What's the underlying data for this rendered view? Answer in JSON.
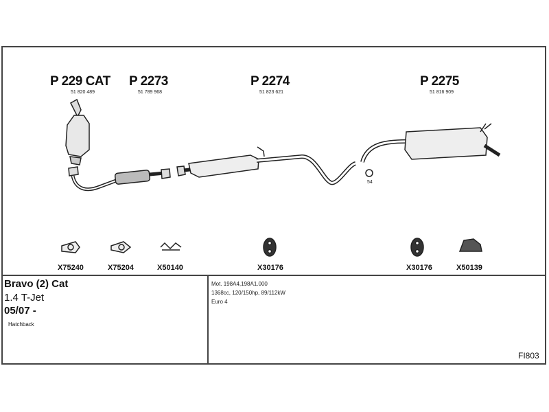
{
  "parts": [
    {
      "number": "P 229 CAT",
      "oem": "51 820 489"
    },
    {
      "number": "P 2273",
      "oem": "51 789 968"
    },
    {
      "number": "P 2274",
      "oem": "51 823 621"
    },
    {
      "number": "P 2275",
      "oem": "51 816 909"
    }
  ],
  "small_label": "54",
  "accessories": [
    "X75240",
    "X75204",
    "X50140",
    "X30176",
    "X30176",
    "X50139"
  ],
  "vehicle": {
    "model": "Bravo (2) Cat",
    "engine": "1.4 T-Jet",
    "date": "05/07 -",
    "body": "Hatchback"
  },
  "specs": [
    "Mot. 198A4,198A1.000",
    "1368cc, 120/150hp, 89/112kW",
    "Euro 4"
  ],
  "diagram_code": "FI803"
}
